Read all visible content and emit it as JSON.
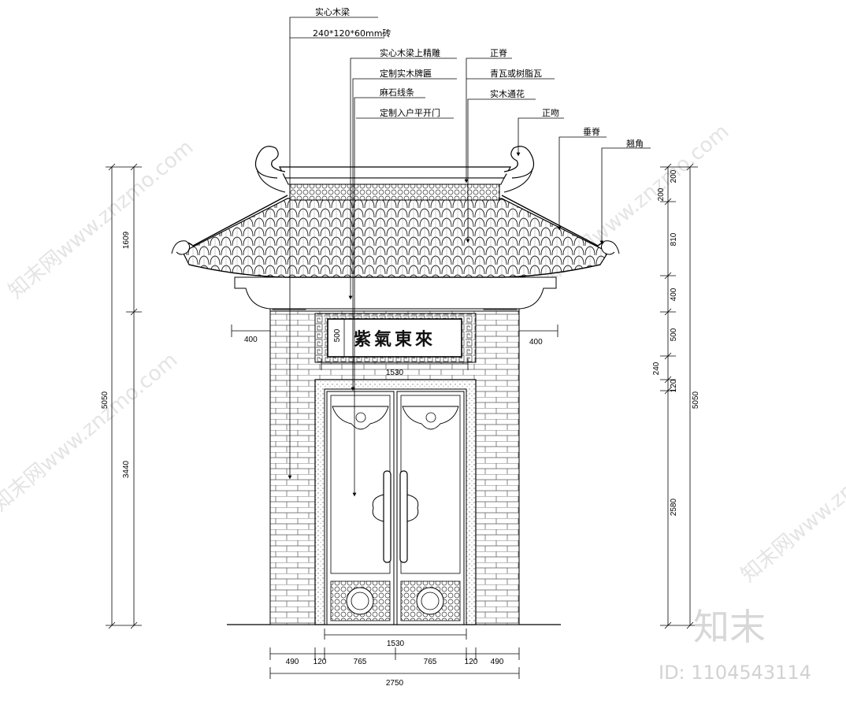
{
  "labels": {
    "solid_beam": "实心木梁",
    "brick_spec": "240*120*60mm砖",
    "beam_carving": "实心木梁上精雕",
    "custom_plaque": "定制实木牌匾",
    "stone_trim": "麻石线条",
    "custom_door": "定制入户平开门",
    "main_ridge": "正脊",
    "tile": "青瓦或树脂瓦",
    "wood_lattice": "实木通花",
    "ridge_ornament": "正吻",
    "hip_ridge": "垂脊",
    "corner": "翘角"
  },
  "plaque_text": "紫氣東來",
  "dimensions": {
    "left_roof": "1609",
    "left_body": "3440",
    "left_total": "5050",
    "right_200": "200",
    "right_810": "810",
    "right_400": "400",
    "right_500": "500",
    "right_240": "240",
    "right_120": "120",
    "right_2580": "2580",
    "right_total": "5050",
    "overhang_left": "400",
    "overhang_right": "400",
    "plaque_height": "500",
    "plaque_width": "1530",
    "door_width": "1530",
    "bottom_490a": "490",
    "bottom_120a": "120",
    "bottom_765a": "765",
    "bottom_765b": "765",
    "bottom_120b": "120",
    "bottom_490b": "490",
    "bottom_total": "2750"
  },
  "watermark": {
    "site": "知末网www.znzmo.com",
    "brand": "知末",
    "id_label": "ID: 1104543114"
  }
}
